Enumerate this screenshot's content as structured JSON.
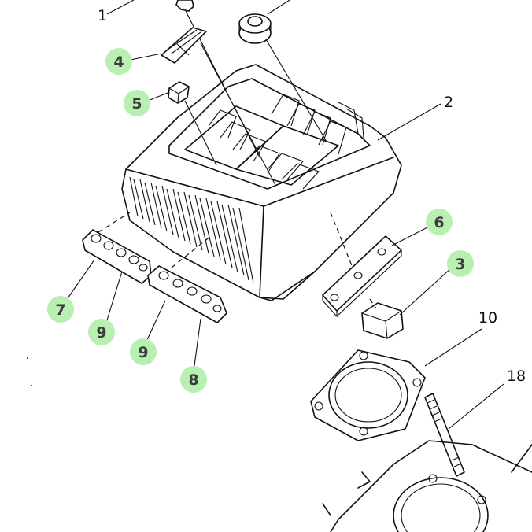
{
  "callouts": [
    {
      "id": "1",
      "label": "1",
      "highlighted": false
    },
    {
      "id": "2",
      "label": "2",
      "highlighted": false
    },
    {
      "id": "3",
      "label": "3",
      "highlighted": true
    },
    {
      "id": "4",
      "label": "4",
      "highlighted": true
    },
    {
      "id": "5",
      "label": "5",
      "highlighted": true
    },
    {
      "id": "6",
      "label": "6",
      "highlighted": true
    },
    {
      "id": "7",
      "label": "7",
      "highlighted": true
    },
    {
      "id": "8",
      "label": "8",
      "highlighted": true
    },
    {
      "id": "9a",
      "label": "9",
      "highlighted": true
    },
    {
      "id": "9b",
      "label": "9",
      "highlighted": true
    },
    {
      "id": "10",
      "label": "10",
      "highlighted": false
    },
    {
      "id": "18",
      "label": "18",
      "highlighted": false
    }
  ],
  "colors": {
    "highlight": "#b7f0b0",
    "ink": "#111111",
    "background": "#ffffff"
  }
}
